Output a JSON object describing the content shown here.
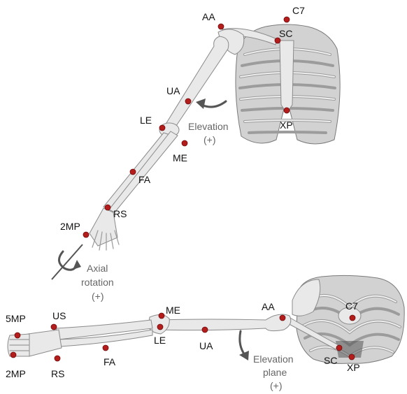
{
  "colors": {
    "marker": "#b51c1c",
    "arrow": "#555555",
    "annotation_text": "#666666",
    "label_text": "#111111",
    "bone": "#e9e9e9"
  },
  "upper_view": {
    "markers": {
      "c7": "C7",
      "sc": "SC",
      "aa": "AA",
      "ua": "UA",
      "le": "LE",
      "me": "ME",
      "xp": "XP",
      "fa": "FA",
      "rs": "RS",
      "mp2": "2MP"
    },
    "elevation": {
      "line1": "Elevation",
      "line2": "(+)"
    },
    "axial_rotation": {
      "line1": "Axial",
      "line2": "rotation",
      "line3": "(+)"
    }
  },
  "lower_view": {
    "markers": {
      "mp5": "5MP",
      "mp2": "2MP",
      "us": "US",
      "rs": "RS",
      "fa": "FA",
      "me": "ME",
      "le": "LE",
      "ua": "UA",
      "aa": "AA",
      "c7": "C7",
      "sc": "SC",
      "xp": "XP"
    },
    "elevation_plane": {
      "line1": "Elevation",
      "line2": "plane",
      "line3": "(+)"
    }
  }
}
